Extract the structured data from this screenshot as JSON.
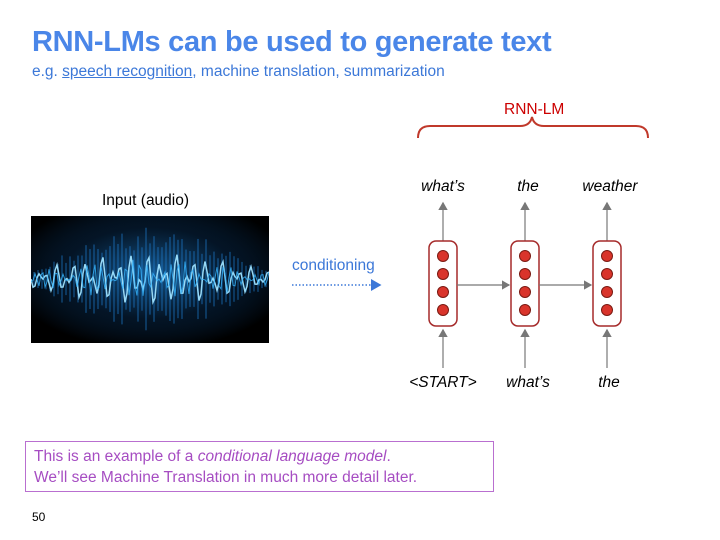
{
  "title": "RNN-LMs can be used to generate text",
  "subtitle": {
    "prefix": "e.g. ",
    "link": "speech recognition",
    "rest": ", machine translation, summarization"
  },
  "input_label": "Input (audio)",
  "conditioning_label": "conditioning",
  "rnn_label": "RNN-LM",
  "outputs": [
    "what’s",
    "the",
    "weather"
  ],
  "inputs": [
    "<START>",
    "what’s",
    "the"
  ],
  "note": {
    "line1_prefix": "This is an example of a ",
    "line1_italic": "conditional language model",
    "line1_suffix": ".",
    "line2": "We’ll see Machine Translation in much more detail later."
  },
  "page_number": "50",
  "colors": {
    "title": "#4a86e8",
    "rnn": "#cc0000",
    "neuron": "#d9342b",
    "note": "#a64dc2"
  }
}
